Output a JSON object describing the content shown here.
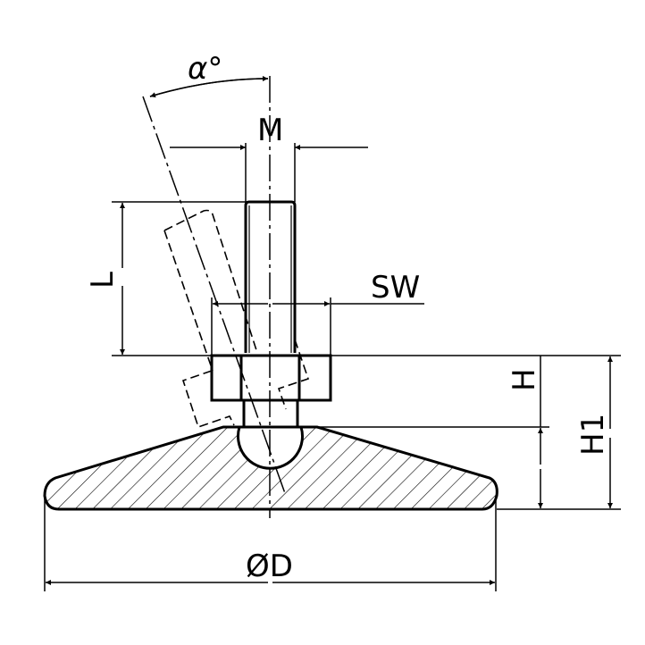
{
  "labels": {
    "angle": "α°",
    "thread": "M",
    "length": "L",
    "wrench_size": "SW",
    "height": "H",
    "total_height": "H1",
    "diameter": "ØD"
  },
  "colors": {
    "line": "#000000",
    "background": "#ffffff"
  }
}
